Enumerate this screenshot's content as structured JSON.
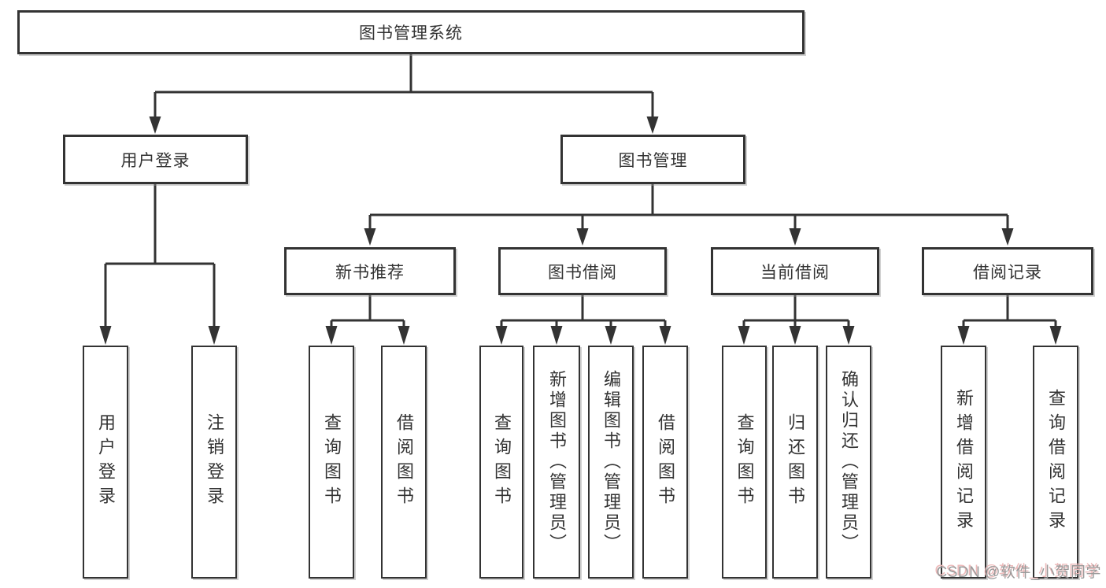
{
  "colors": {
    "line": "#333333",
    "box_border": "#333333",
    "text": "#333333",
    "background": "#ffffff",
    "watermark_text": "#9a9a9a",
    "watermark_shadow": "#edbaba"
  },
  "watermark": {
    "label": "CSDN @软件_小贺同学"
  },
  "tree": {
    "root": {
      "label": "图书管理系统"
    },
    "login": {
      "label": "用户登录",
      "children": [
        {
          "label": "用户登录"
        },
        {
          "label": "注销登录"
        }
      ]
    },
    "manage": {
      "label": "图书管理",
      "sections": [
        {
          "label": "新书推荐",
          "children": [
            {
              "label": "查询图书"
            },
            {
              "label": "借阅图书"
            }
          ]
        },
        {
          "label": "图书借阅",
          "children": [
            {
              "label": "查询图书"
            },
            {
              "label": "新增图书（管理员）"
            },
            {
              "label": "编辑图书（管理员）"
            },
            {
              "label": "借阅图书"
            }
          ]
        },
        {
          "label": "当前借阅",
          "children": [
            {
              "label": "查询图书"
            },
            {
              "label": "归还图书"
            },
            {
              "label": "确认归还（管理员）"
            }
          ]
        },
        {
          "label": "借阅记录",
          "children": [
            {
              "label": "新增借阅记录"
            },
            {
              "label": "查询借阅记录"
            }
          ]
        }
      ]
    }
  }
}
